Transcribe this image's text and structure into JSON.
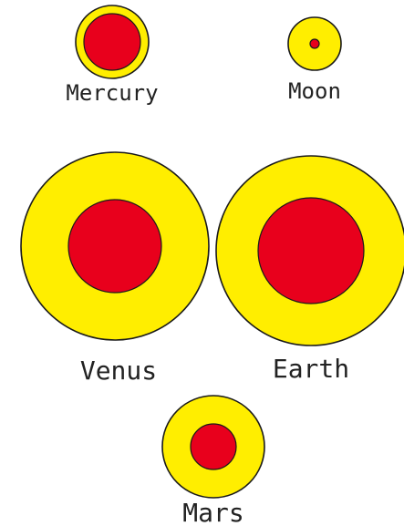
{
  "diagram": {
    "colors": {
      "mantle": "#ffee00",
      "core": "#e8001c",
      "outline": "#1a1a1a"
    },
    "bodies": [
      {
        "id": "mercury",
        "label": "Mercury"
      },
      {
        "id": "moon",
        "label": "Moon"
      },
      {
        "id": "venus",
        "label": "Venus"
      },
      {
        "id": "earth",
        "label": "Earth"
      },
      {
        "id": "mars",
        "label": "Mars"
      }
    ]
  }
}
